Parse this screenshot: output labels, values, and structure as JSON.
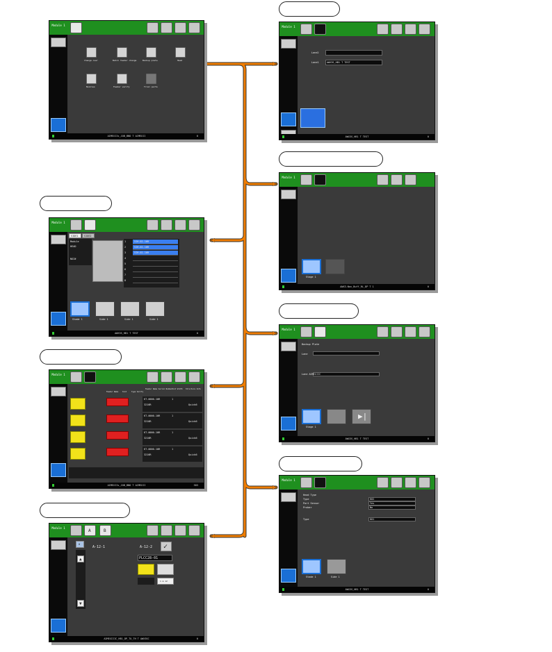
{
  "module_label": "Module 1",
  "main": {
    "menu_items": [
      "Change over",
      "Batch feeder change",
      "Backup plate",
      "Head",
      "Nozzles",
      "Feeder verify",
      "Trial parts"
    ],
    "status": "AIMEXIIs_JOB_BND T AIMEXII",
    "page": "0"
  },
  "lane": {
    "lane2_label": "Lane2",
    "lane1_label": "Lane1",
    "lane1_value": "AWX3S_HB1 T TEST",
    "status": "AWX3S_HB1 T TEST",
    "page": "0"
  },
  "stage": {
    "stage_label": "Stage 1",
    "status": "AWX3-Nov_Buff_RL_DP T 1",
    "page": "0"
  },
  "nozzle": {
    "tabs": [
      "SIDE1",
      "SIDE2"
    ],
    "module_label": "Module",
    "head_label": "HEAD",
    "nozzle_label": "NOZ#",
    "num_rows": [
      "1",
      "2",
      "3",
      "4",
      "5",
      "6",
      "7",
      "8"
    ],
    "nozzle_entries": [
      "5IH-02-16R",
      "5IH-02-16R",
      "5IH-02-16R"
    ],
    "stations": [
      "Stade 1",
      "Side 1",
      "Side 1",
      "Side 1"
    ],
    "status": "AWX3S_HB1 T TEST",
    "page": "0"
  },
  "backup": {
    "title": "Backup Plate",
    "lane_label": "Lane",
    "lane2_label": "Lane AIMEXIIC",
    "stage_label": "Stage 1",
    "status": "AWX3S_HB1 T TEST",
    "page": "0"
  },
  "feeder": {
    "headers": [
      "Feeder Name",
      "Slot",
      "Type Verify",
      "Feeder Name Serial Number",
      "Slot Width",
      "Structure Info"
    ],
    "slots": [
      "1",
      "1",
      "1",
      "1"
    ],
    "feeder_names": [
      "KT-0000-10R",
      "KT-0000-10R",
      "KT-0000-10R",
      "KT-0000-10R"
    ],
    "serials": [
      "3216R",
      "3216R",
      "3216R",
      "3216R"
    ],
    "infos": [
      "Quick6",
      "Quick6",
      "Quick6",
      "Quick6"
    ],
    "status": "AIMEXIIs_JOB_BND T AIMEXII",
    "page": "583"
  },
  "head": {
    "labels": [
      "Head Type",
      "Type",
      "Part Sensor",
      "Prober",
      "Type"
    ],
    "values": [
      "H02",
      "Yes",
      "No",
      "H01"
    ],
    "stations": [
      "Stade 1",
      "Side 1"
    ],
    "status": "AWX3S_HB1 T TEST",
    "page": "0"
  },
  "parts": {
    "tabs": [
      "A",
      "B"
    ],
    "slot_a": "A-12-1",
    "slot_b": "A-12-2",
    "part_name": "PLCC28-01",
    "counter": "0",
    "small_label": "1 & 12",
    "status": "AIMEXIIIC_HB1_DP_TU_TH T AWX3SC",
    "page": "0"
  },
  "colors": {
    "header_green": "#1f8f1f",
    "arrow_orange": "#f07d00",
    "panel_bg": "#3a3a3a",
    "select_blue": "#1a6fd6"
  }
}
